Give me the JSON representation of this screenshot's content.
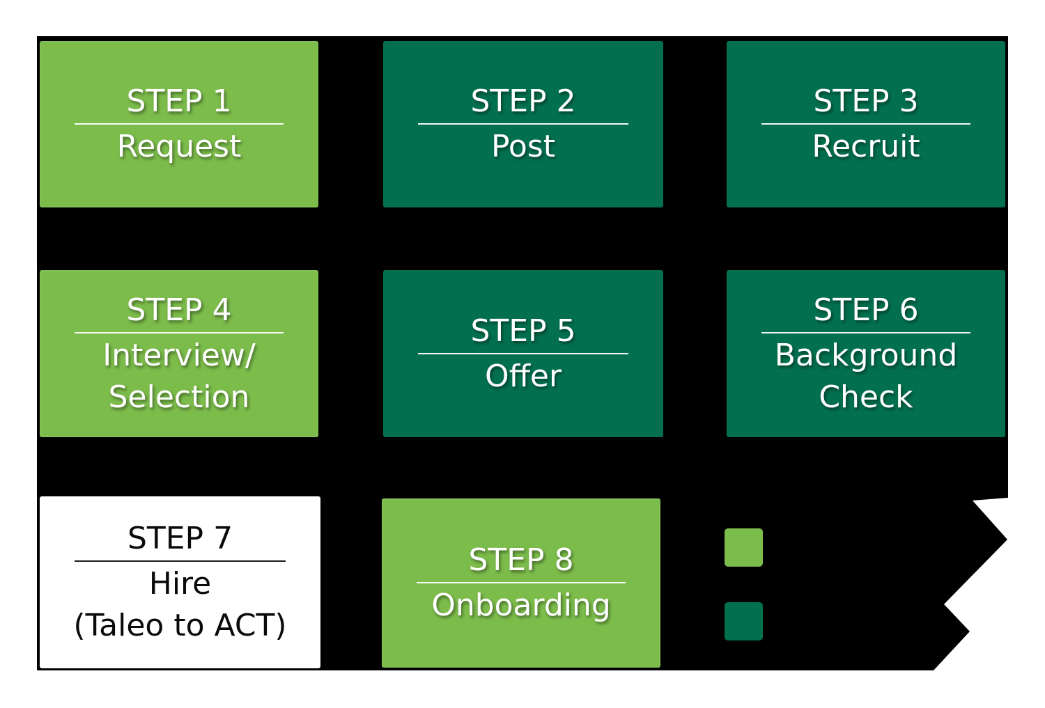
{
  "diagram": {
    "description_title": "Hiring process flow",
    "background_color": "#000000",
    "page_color": "#ffffff"
  },
  "palette": {
    "light_green": "#7cbc4b",
    "dark_green": "#02704e",
    "black": "#000000",
    "white": "#ffffff"
  },
  "steps": [
    {
      "title": "STEP 1",
      "lines": [
        "Request"
      ],
      "variant": "light"
    },
    {
      "title": "STEP 2",
      "lines": [
        "Post"
      ],
      "variant": "dark"
    },
    {
      "title": "STEP 3",
      "lines": [
        "Recruit"
      ],
      "variant": "dark"
    },
    {
      "title": "STEP 4",
      "lines": [
        "Interview/",
        "Selection"
      ],
      "variant": "light"
    },
    {
      "title": "STEP 5",
      "lines": [
        "Offer"
      ],
      "variant": "dark"
    },
    {
      "title": "STEP 6",
      "lines": [
        "Background",
        "Check"
      ],
      "variant": "dark"
    },
    {
      "title": "STEP 7",
      "lines": [
        "Hire",
        "(Taleo to ACT)"
      ],
      "variant": "white"
    },
    {
      "title": "STEP 8",
      "lines": [
        "Onboarding"
      ],
      "variant": "light"
    }
  ],
  "legend": {
    "swatches": [
      {
        "name": "light-green-swatch",
        "color": "#7cbc4b"
      },
      {
        "name": "dark-green-swatch",
        "color": "#02704e"
      }
    ]
  }
}
